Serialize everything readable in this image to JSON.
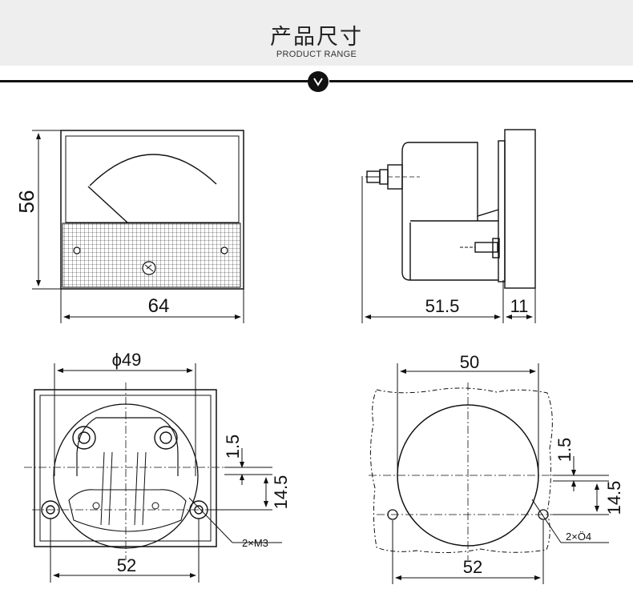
{
  "header": {
    "title_cn": "产品尺寸",
    "title_en": "PRODUCT RANGE",
    "badge_icon": "chevron-down-icon",
    "badge_text": "V"
  },
  "front_view": {
    "height_label": "56",
    "width_label": "64"
  },
  "side_view": {
    "depth_label": "51.5",
    "bezel_label": "11"
  },
  "rear_view": {
    "cutout_diameter_label": "ϕ49",
    "offset_top_label": "1.5",
    "offset_mid_label": "14.5",
    "hole_spacing_label": "52",
    "screw_label": "2×M3"
  },
  "panel_cutout": {
    "cutout_width_label": "50",
    "offset_top_label": "1.5",
    "offset_mid_label": "14.5",
    "hole_spacing_label": "52",
    "hole_label": "2×Ö4"
  },
  "colors": {
    "line": "#111111",
    "header_bg": "#eeeeee"
  }
}
